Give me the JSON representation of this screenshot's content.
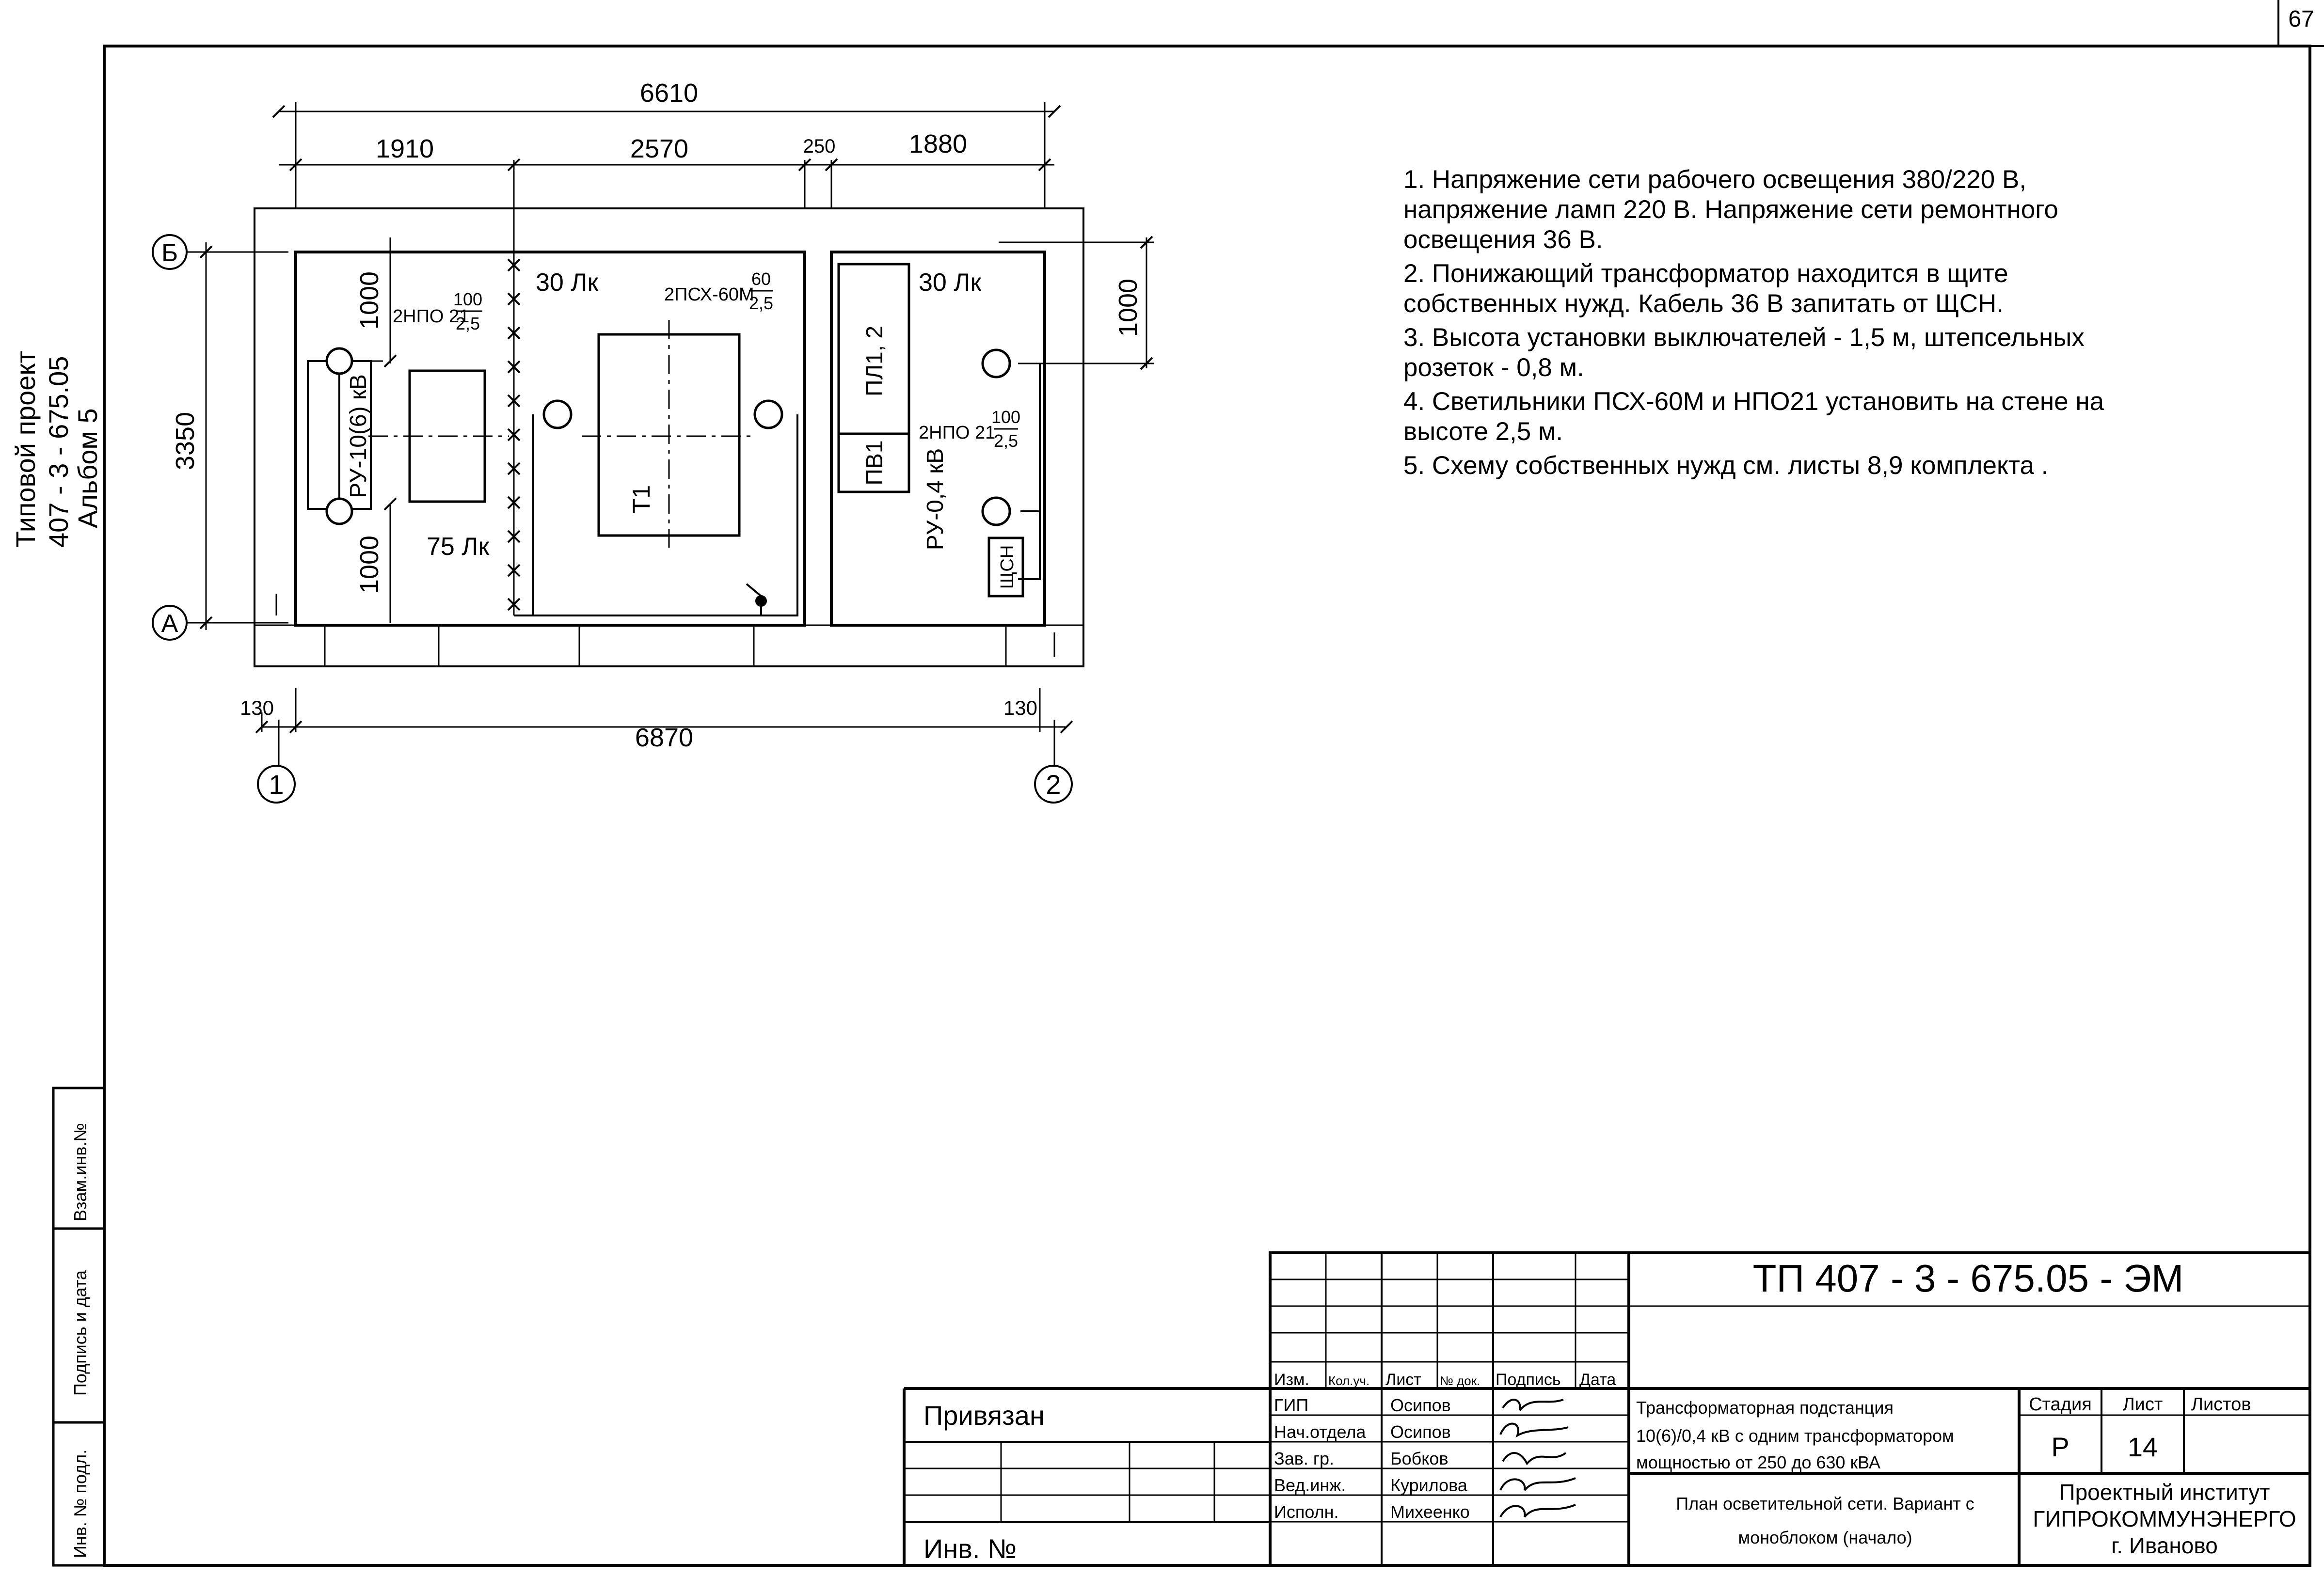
{
  "page_number": "67",
  "side": {
    "l1": "Типовой проект",
    "l2": "407 - 3 - 675.05",
    "l3": "Альбом 5"
  },
  "margin_stamp": {
    "vzam": "Взам.инв.№",
    "podpis": "Подпись и дата",
    "inv": "Инв. № подл."
  },
  "dims": {
    "overall_top": "6610",
    "d1910": "1910",
    "d2570": "2570",
    "d250": "250",
    "d1880": "1880",
    "d3350": "3350",
    "d1000_top": "1000",
    "d1000_bottom": "1000",
    "d1000_right": "1000",
    "d130_left": "130",
    "d130_right": "130",
    "overall_bottom": "6870"
  },
  "axes": {
    "b": "Б",
    "a": "А",
    "n1": "1",
    "n2": "2"
  },
  "plan": {
    "lux30_a": "30 Лк",
    "lux30_b": "30 Лк",
    "lux75": "75 Лк",
    "lamp_npo_left": "2НПО 21",
    "lamp_npo_left_num": "100",
    "lamp_npo_left_den": "2,5",
    "lamp_psh": "2ПСХ-60М",
    "lamp_psh_num": "60",
    "lamp_psh_den": "2,5",
    "lamp_npo_right": "2НПО 21",
    "lamp_npo_right_num": "100",
    "lamp_npo_right_den": "2,5",
    "ru10": "РУ-10(6) кВ",
    "t1": "Т1",
    "pl": "ПЛ1, 2",
    "pv": "ПВ1",
    "ru04": "РУ-0,4 кВ",
    "shsn": "ЩСН"
  },
  "notes": [
    "1. Напряжение сети рабочего освещения 380/220 В, напряжение ламп 220 В. Напряжение сети ремонтного освещения 36 В.",
    "2. Понижающий трансформатор находится в щите собственных нужд. Кабель 36 В запитать от ЩСН.",
    "3. Высота установки выключателей - 1,5 м, штепсельных розеток - 0,8 м.",
    "4. Светильники ПСХ-60М и НПО21 установить на стене на высоте 2,5 м.",
    "5. Схему собственных нужд см. листы  8,9 комплекта ."
  ],
  "title_block": {
    "code": "ТП  407 - 3 - 675.05 - ЭМ",
    "privyazan": "Привязан",
    "inv_no": "Инв. №",
    "headers": [
      "Изм.",
      "Кол.уч.",
      "Лист",
      "№ док.",
      "Подпись",
      "Дата"
    ],
    "roles": [
      "ГИП",
      "Нач.отдела",
      "Зав. гр.",
      "Вед.инж.",
      "Исполн."
    ],
    "names": [
      "Осипов",
      "Осипов",
      "Бобков",
      "Курилова",
      "Михеенко"
    ],
    "project_l1": "Трансформаторная подстанция",
    "project_l2": "10(6)/0,4 кВ с одним трансформатором",
    "project_l3": "мощностью от 250 до 630 кВА",
    "sheet_l1": "План осветительной сети. Вариант с",
    "sheet_l2": "моноблоком  (начало)",
    "stage_label": "Стадия",
    "list_label": "Лист",
    "lists_label": "Листов",
    "stage": "Р",
    "list": "14",
    "org_l1": "Проектный институт",
    "org_l2": "ГИПРОКОММУНЭНЕРГО",
    "org_l3": "г. Иваново"
  }
}
